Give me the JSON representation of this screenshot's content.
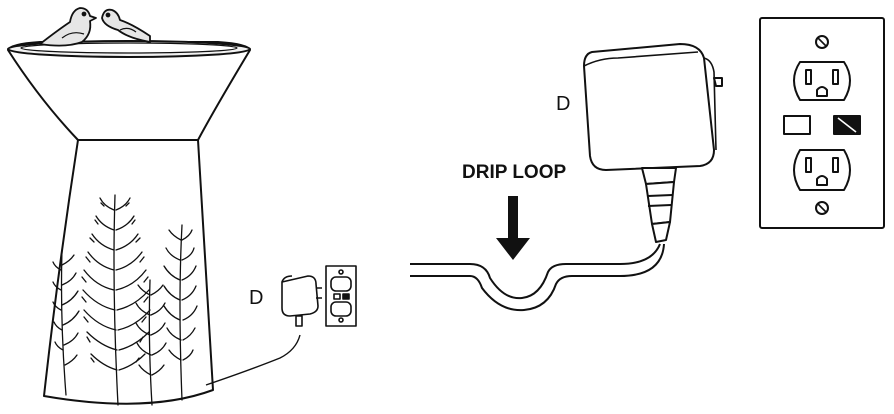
{
  "labels": {
    "adapter_small": "D",
    "adapter_large": "D",
    "drip_loop": "DRIP LOOP"
  },
  "colors": {
    "stroke": "#111111",
    "fill": "#ffffff",
    "gray": "#e6e6e6"
  }
}
